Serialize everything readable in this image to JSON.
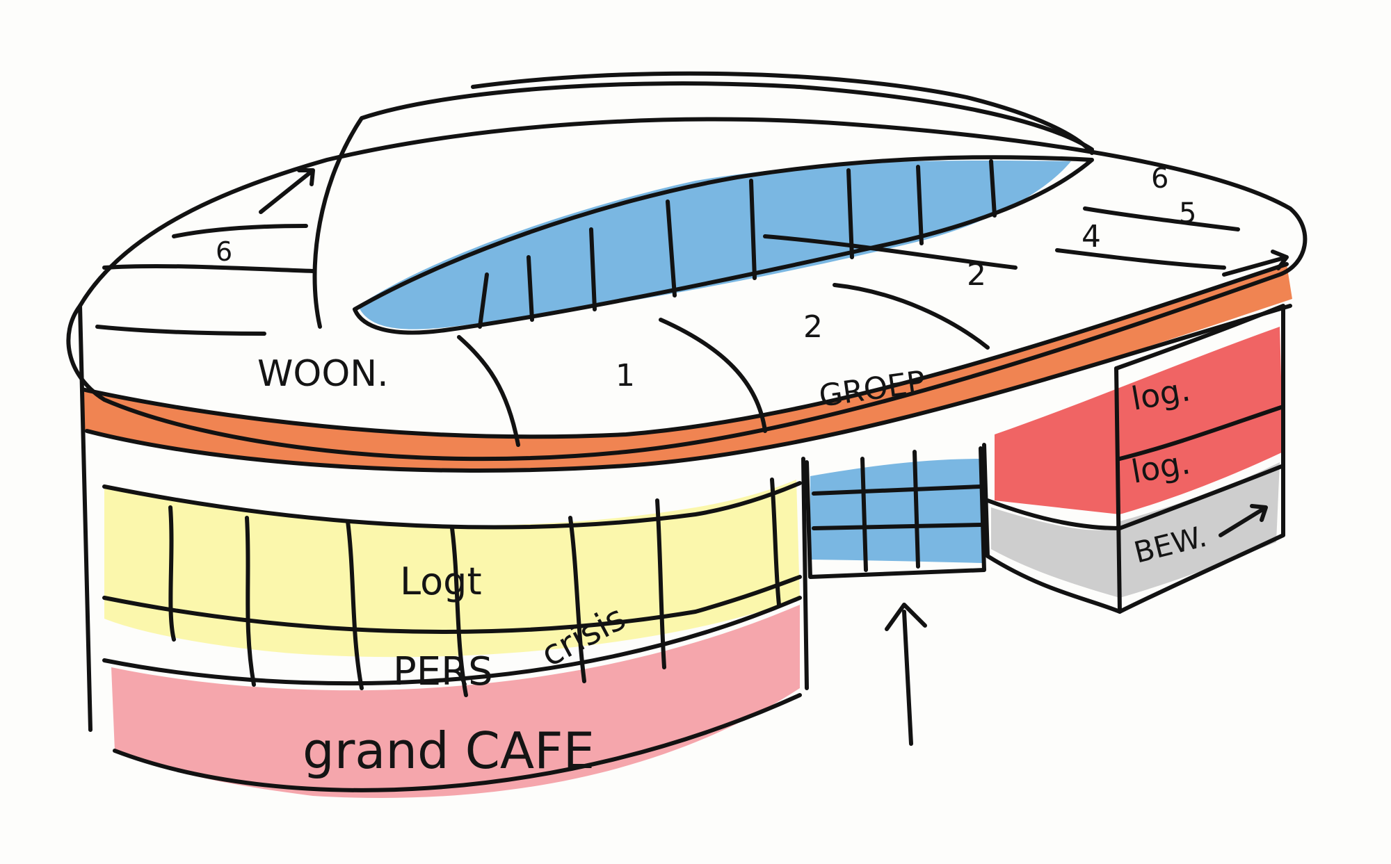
{
  "labels": {
    "woon": "WOON.",
    "groep": "GROEP",
    "logt": "Logt",
    "pers": "PERS",
    "crisis": "crisis",
    "grand_cafe": "grand CAFE",
    "log_1": "log.",
    "log_2": "log.",
    "bew": "BEW.",
    "floor_1": "1",
    "floor_2a": "2",
    "floor_2b": "2",
    "floor_4": "4",
    "floor_5": "5",
    "floor_6a": "6",
    "floor_6b": "6"
  },
  "colors": {
    "paper": "#fdfdfb",
    "ink": "#121212",
    "blue": "#6fb1e0",
    "orange": "#ef7b45",
    "red": "#ee4f4f",
    "pink": "#f49aa0",
    "yellow": "#fbf7a8",
    "grey": "#c9c9c9"
  }
}
